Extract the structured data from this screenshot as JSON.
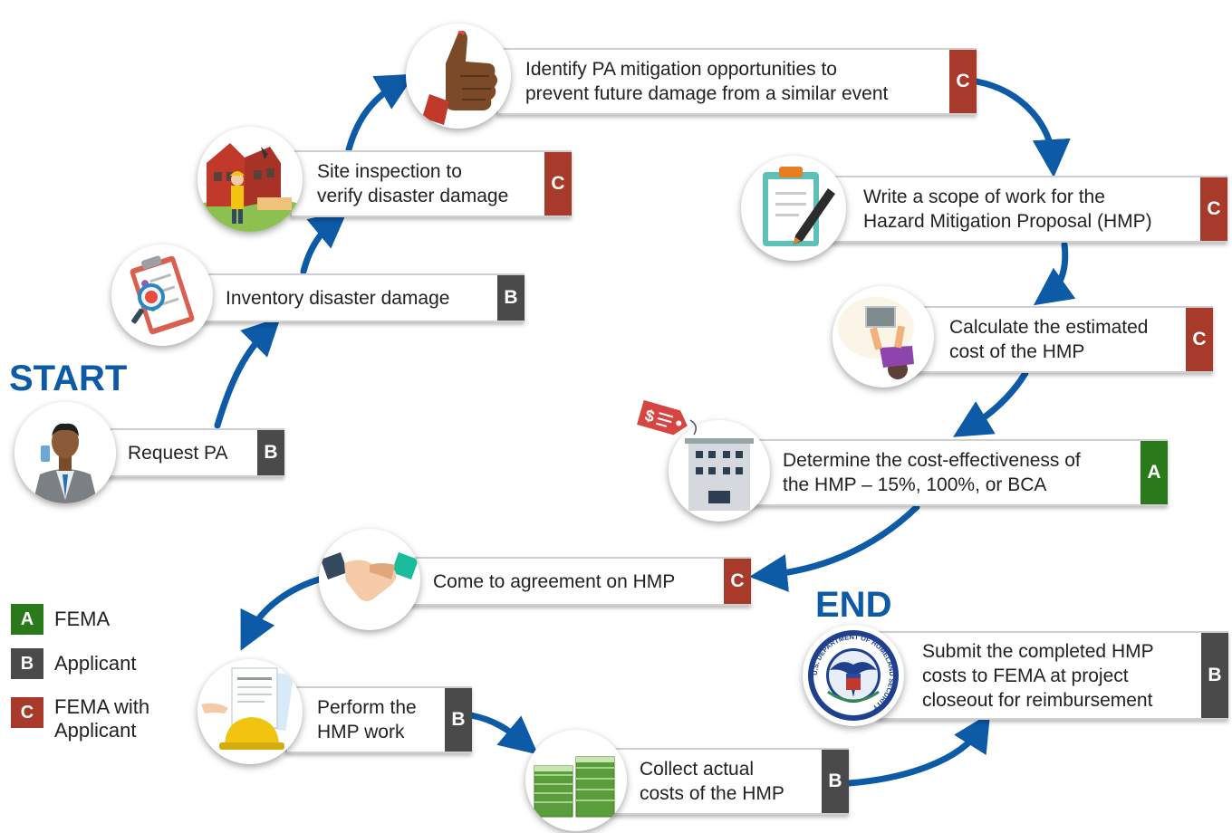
{
  "start_label": "START",
  "end_label": "END",
  "colors": {
    "A": "#2a7a1c",
    "B": "#4a4a4a",
    "C": "#a83a2c",
    "arrow": "#0d5aa7",
    "heading": "#0d5aa7"
  },
  "steps": [
    {
      "text": "Request PA",
      "tag": "B",
      "icon": "businessman-icon"
    },
    {
      "text": "Inventory disaster damage",
      "tag": "B",
      "icon": "clipboard-checklist-icon"
    },
    {
      "text": "Site inspection to\nverify disaster damage",
      "tag": "C",
      "icon": "damaged-house-inspector-icon"
    },
    {
      "text": "Identify PA mitigation opportunities to\nprevent future damage from a similar event",
      "tag": "C",
      "icon": "thumbs-up-icon"
    },
    {
      "text": "Write a scope of work for the\nHazard Mitigation Proposal (HMP)",
      "tag": "C",
      "icon": "clipboard-pen-icon"
    },
    {
      "text": "Calculate the estimated\ncost of the HMP",
      "tag": "C",
      "icon": "person-laptop-icon"
    },
    {
      "text": "Determine the cost-effectiveness of\nthe HMP – 15%, 100%, or BCA",
      "tag": "A",
      "icon": "building-price-tag-icon"
    },
    {
      "text": "Come to agreement on HMP",
      "tag": "C",
      "icon": "handshake-icon"
    },
    {
      "text": "Perform the\nHMP work",
      "tag": "B",
      "icon": "contract-hardhat-icon"
    },
    {
      "text": "Collect actual\ncosts of the HMP",
      "tag": "B",
      "icon": "money-stacks-icon"
    },
    {
      "text": "Submit the completed HMP\ncosts to FEMA at project\ncloseout for reimbursement",
      "tag": "B",
      "icon": "dhs-seal-icon"
    }
  ],
  "legend": [
    {
      "letter": "A",
      "label": "FEMA"
    },
    {
      "letter": "B",
      "label": "Applicant"
    },
    {
      "letter": "C",
      "label": "FEMA with\nApplicant"
    }
  ],
  "seal_text": "U.S. DEPARTMENT OF HOMELAND SECURITY",
  "price_tag_text": "$"
}
